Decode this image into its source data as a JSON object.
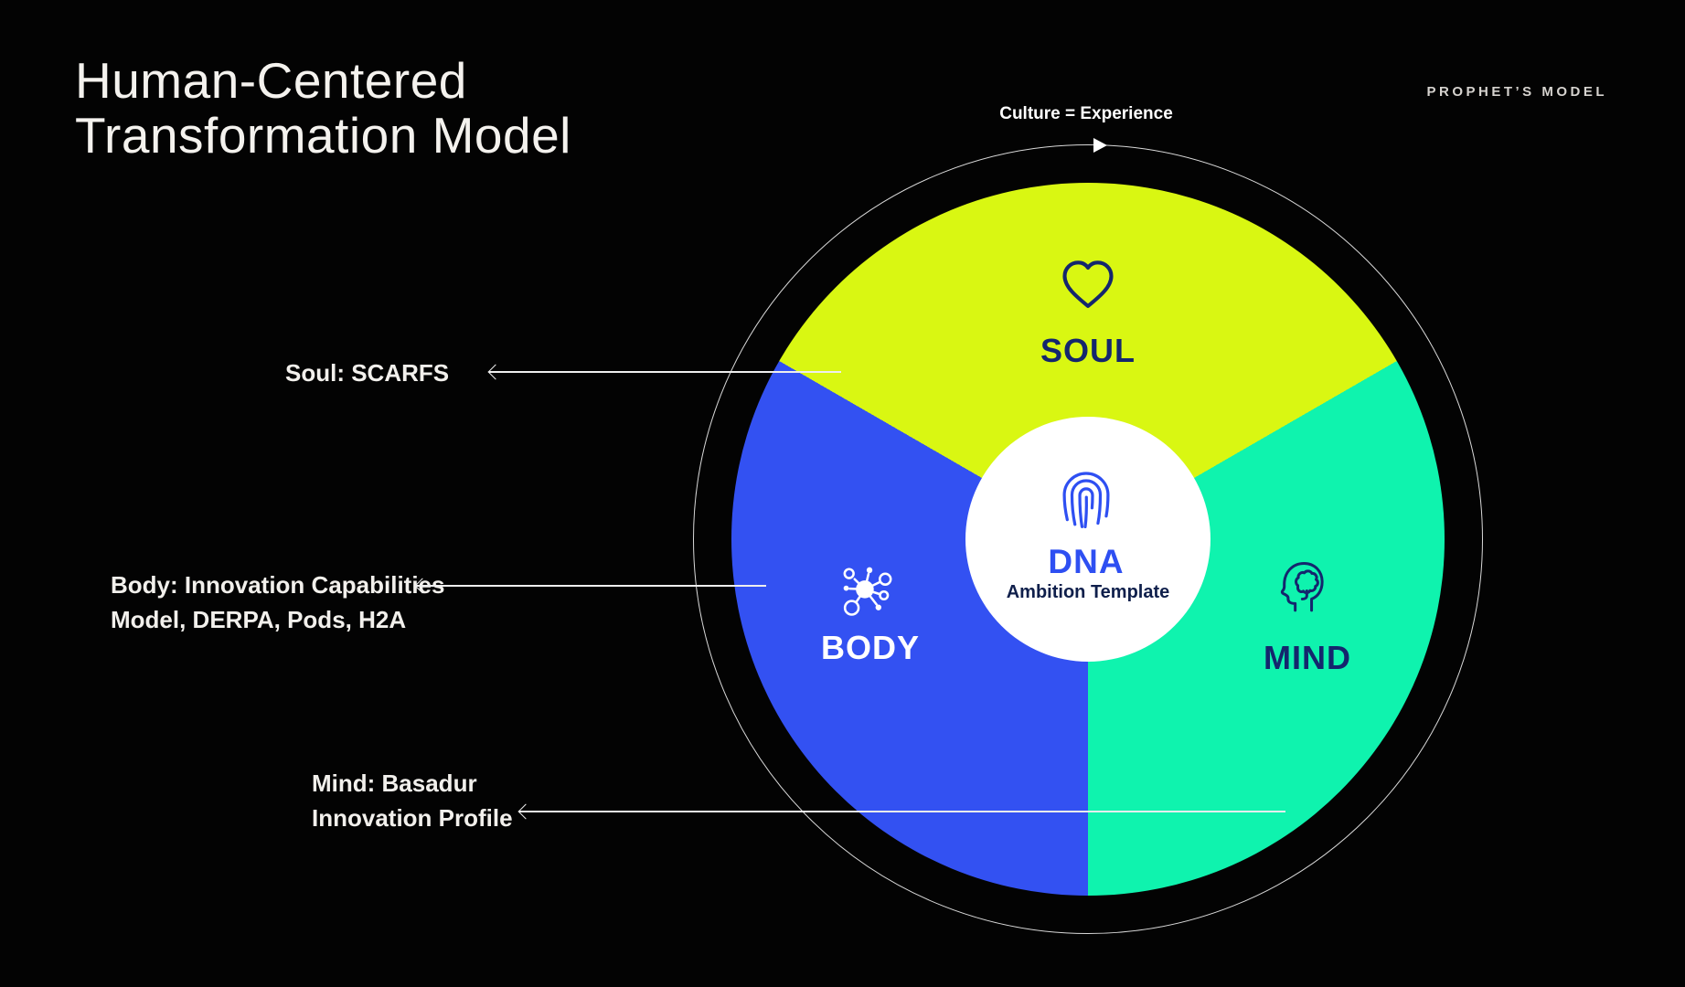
{
  "header": {
    "title_line1": "Human-Centered",
    "title_line2": "Transformation Model",
    "brand": "PROPHET’S MODEL"
  },
  "diagram": {
    "orbit_label": "Culture = Experience",
    "center": {
      "icon": "fingerprint-icon",
      "title": "DNA",
      "subtitle": "Ambition Template"
    },
    "sectors": [
      {
        "id": "soul",
        "label": "SOUL",
        "icon": "heart-icon",
        "color": "#d9f712",
        "label_color": "#14266d"
      },
      {
        "id": "body",
        "label": "BODY",
        "icon": "network-icon",
        "color": "#3351f2",
        "label_color": "#ffffff"
      },
      {
        "id": "mind",
        "label": "MIND",
        "icon": "head-brain-icon",
        "color": "#0ff3ae",
        "label_color": "#14266d"
      }
    ],
    "colors": {
      "background": "#030303",
      "soul": "#d9f712",
      "body": "#3351f2",
      "mind": "#0ff3ae",
      "navy": "#14266d",
      "dna_blue": "#2e4ff2",
      "ring": "#ffffff"
    }
  },
  "annotations": {
    "soul": {
      "text": "Soul: SCARFS"
    },
    "body": {
      "line1": "Body: Innovation Capabilities",
      "line2": "Model, DERPA, Pods, H2A"
    },
    "mind": {
      "line1": "Mind: Basadur",
      "line2": "Innovation Profile"
    }
  }
}
